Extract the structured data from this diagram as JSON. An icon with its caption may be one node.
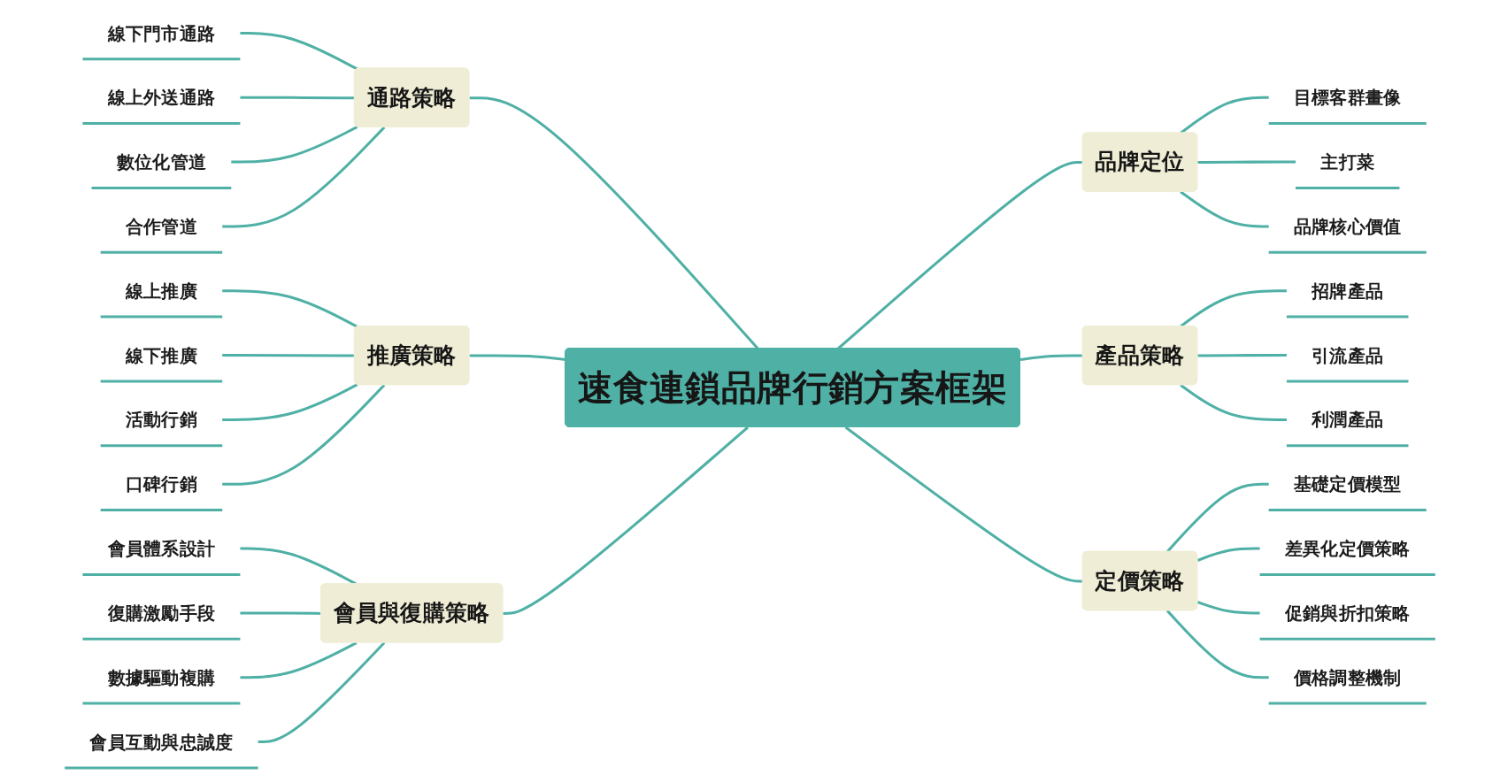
{
  "diagram": {
    "nodes": [
      {
        "text": [
          "速食連鎖品牌行銷方案框架"
        ]
      },
      {
        "text": [
          "品牌定位"
        ]
      },
      {
        "text": [
          "目標客群畫像"
        ]
      },
      {
        "text": [
          "主打菜"
        ]
      },
      {
        "text": [
          "品牌核心價值"
        ]
      },
      {
        "text": [
          "產品策略"
        ]
      },
      {
        "text": [
          "招牌產品"
        ]
      },
      {
        "text": [
          "引流產品"
        ]
      },
      {
        "text": [
          "利潤產品"
        ]
      },
      {
        "text": [
          "定價策略"
        ]
      },
      {
        "text": [
          "基礎定價模型"
        ]
      },
      {
        "text": [
          "差異化定價策略"
        ]
      },
      {
        "text": [
          "促銷與折扣策略"
        ]
      },
      {
        "text": [
          "價格調整機制"
        ]
      },
      {
        "text": [
          "通路策略"
        ]
      },
      {
        "text": [
          "線下門市通路"
        ]
      },
      {
        "text": [
          "線上外送通路"
        ]
      },
      {
        "text": [
          "數位化管道"
        ]
      },
      {
        "text": [
          "合作管道"
        ]
      },
      {
        "text": [
          "推廣策略"
        ]
      },
      {
        "text": [
          "線上推廣"
        ]
      },
      {
        "text": [
          "線下推廣"
        ]
      },
      {
        "text": [
          "活動行銷"
        ]
      },
      {
        "text": [
          "口碑行銷"
        ]
      },
      {
        "text": [
          "會員與復購策略"
        ]
      },
      {
        "text": [
          "會員體系設計"
        ]
      },
      {
        "text": [
          "復購激勵手段"
        ]
      },
      {
        "text": [
          "數據驅動複購"
        ]
      },
      {
        "text": [
          "會員互動與忠誠度"
        ]
      }
    ],
    "edges": [
      {
        "from": 0,
        "to": 1,
        "arrow": "none"
      },
      {
        "from": 1,
        "to": 2,
        "arrow": "none"
      },
      {
        "from": 1,
        "to": 3,
        "arrow": "none"
      },
      {
        "from": 1,
        "to": 4,
        "arrow": "none"
      },
      {
        "from": 0,
        "to": 5,
        "arrow": "none"
      },
      {
        "from": 5,
        "to": 6,
        "arrow": "none"
      },
      {
        "from": 5,
        "to": 7,
        "arrow": "none"
      },
      {
        "from": 5,
        "to": 8,
        "arrow": "none"
      },
      {
        "from": 0,
        "to": 9,
        "arrow": "none"
      },
      {
        "from": 9,
        "to": 10,
        "arrow": "none"
      },
      {
        "from": 9,
        "to": 11,
        "arrow": "none"
      },
      {
        "from": 9,
        "to": 12,
        "arrow": "none"
      },
      {
        "from": 9,
        "to": 13,
        "arrow": "none"
      },
      {
        "from": 0,
        "to": 14,
        "arrow": "none"
      },
      {
        "from": 14,
        "to": 15,
        "arrow": "none"
      },
      {
        "from": 14,
        "to": 16,
        "arrow": "none"
      },
      {
        "from": 14,
        "to": 17,
        "arrow": "none"
      },
      {
        "from": 14,
        "to": 18,
        "arrow": "none"
      },
      {
        "from": 0,
        "to": 19,
        "arrow": "none"
      },
      {
        "from": 19,
        "to": 20,
        "arrow": "none"
      },
      {
        "from": 19,
        "to": 21,
        "arrow": "none"
      },
      {
        "from": 19,
        "to": 22,
        "arrow": "none"
      },
      {
        "from": 19,
        "to": 23,
        "arrow": "none"
      },
      {
        "from": 0,
        "to": 24,
        "arrow": "none"
      },
      {
        "from": 24,
        "to": 25,
        "arrow": "none"
      },
      {
        "from": 24,
        "to": 26,
        "arrow": "none"
      },
      {
        "from": 24,
        "to": 27,
        "arrow": "none"
      },
      {
        "from": 24,
        "to": 28,
        "arrow": "none"
      }
    ]
  }
}
